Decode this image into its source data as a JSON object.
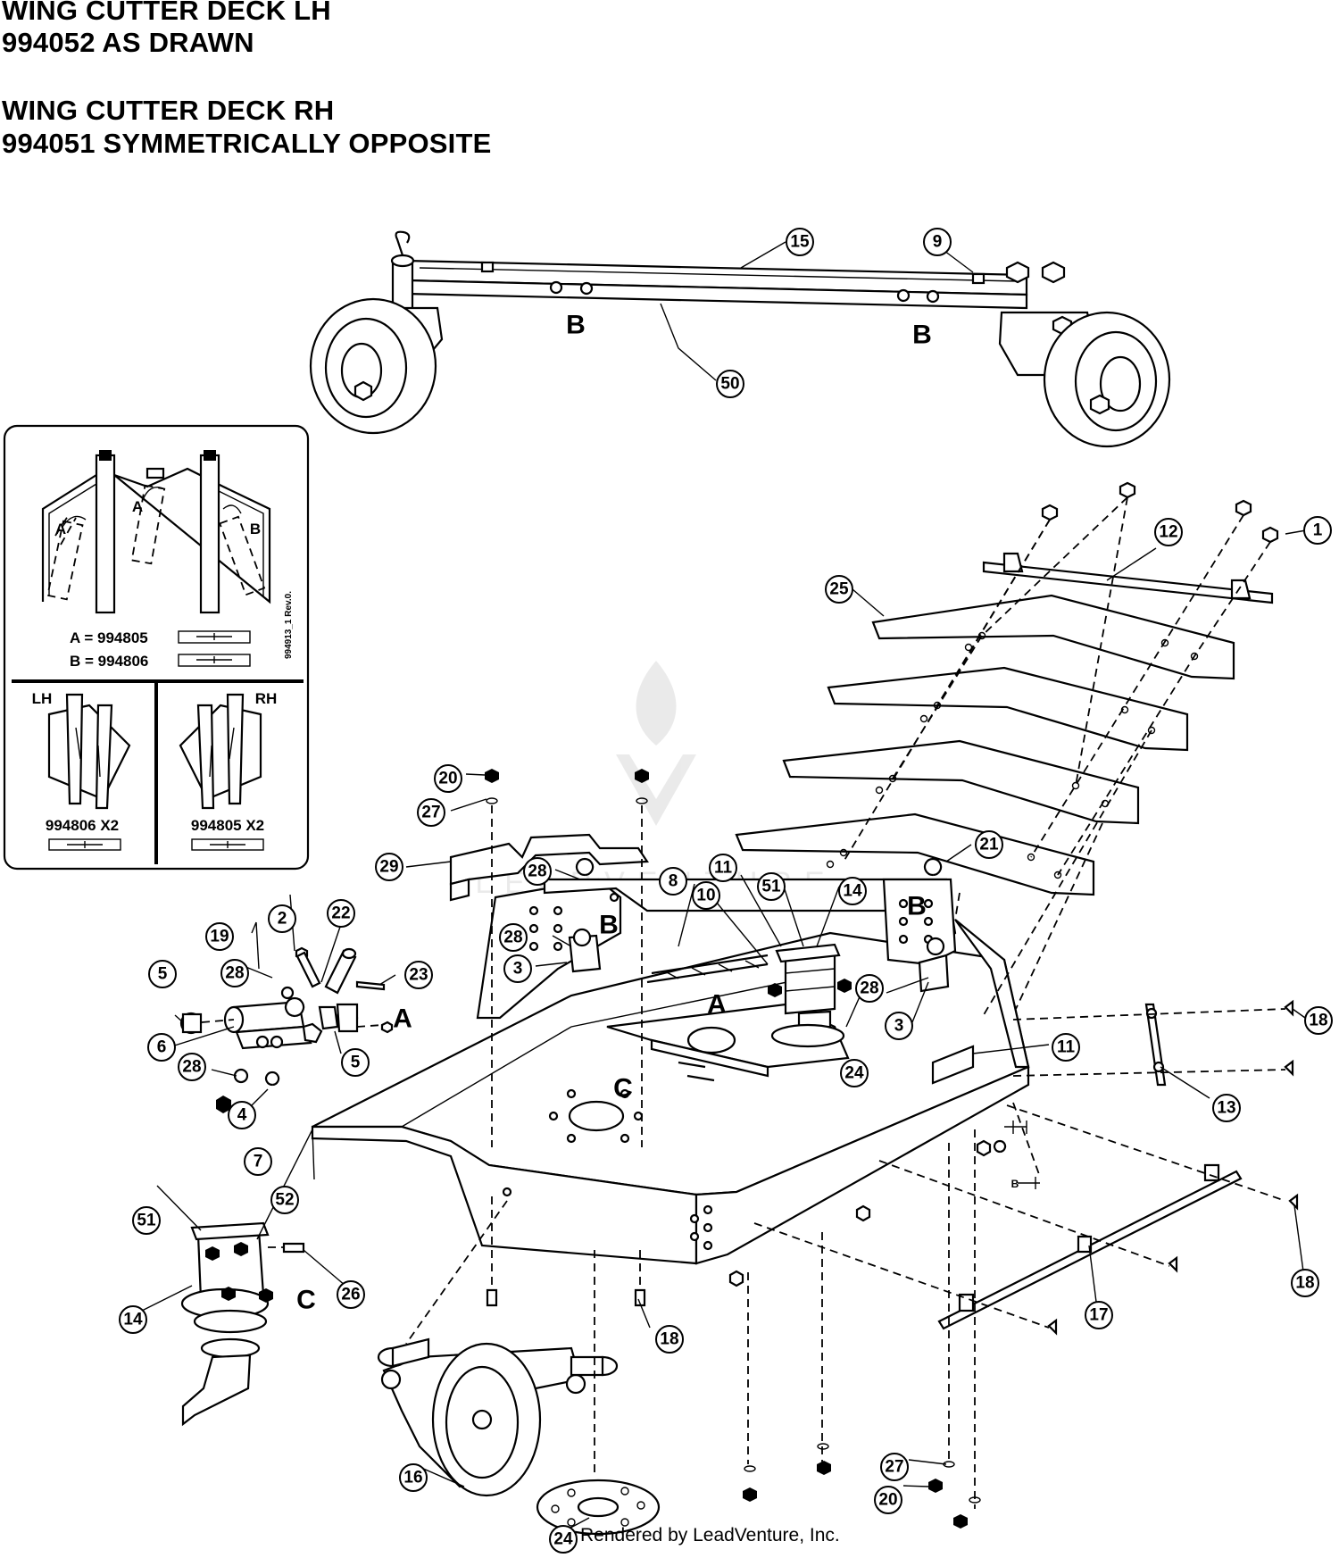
{
  "header": {
    "line1": "WING CUTTER DECK LH",
    "line2": "994052 AS DRAWN",
    "line3": "WING CUTTER DECK RH",
    "line4": "994051 SYMMETRICALLY OPPOSITE"
  },
  "inset": {
    "label_a": "A",
    "label_b": "B",
    "legend_a": "A = 994805",
    "legend_b": "B = 994806",
    "rev": "994913_1 Rev.0.",
    "lh": "LH",
    "rh": "RH",
    "lh_part": "994806 X2",
    "rh_part": "994805 X2"
  },
  "callouts": {
    "c1": "1",
    "c2": "2",
    "c3": "3",
    "c4": "4",
    "c5": "5",
    "c6": "6",
    "c7": "7",
    "c8": "8",
    "c9": "9",
    "c10": "10",
    "c11": "11",
    "c12": "12",
    "c13": "13",
    "c14": "14",
    "c15": "15",
    "c16": "16",
    "c17": "17",
    "c18": "18",
    "c19": "19",
    "c20": "20",
    "c21": "21",
    "c22": "22",
    "c23": "23",
    "c24": "24",
    "c25": "25",
    "c26": "26",
    "c27": "27",
    "c28": "28",
    "c29": "29",
    "c50": "50",
    "c51": "51",
    "c52": "52"
  },
  "detail_letters": {
    "a": "A",
    "b": "B",
    "c": "C"
  },
  "footer": "Rendered by LeadVenture, Inc."
}
